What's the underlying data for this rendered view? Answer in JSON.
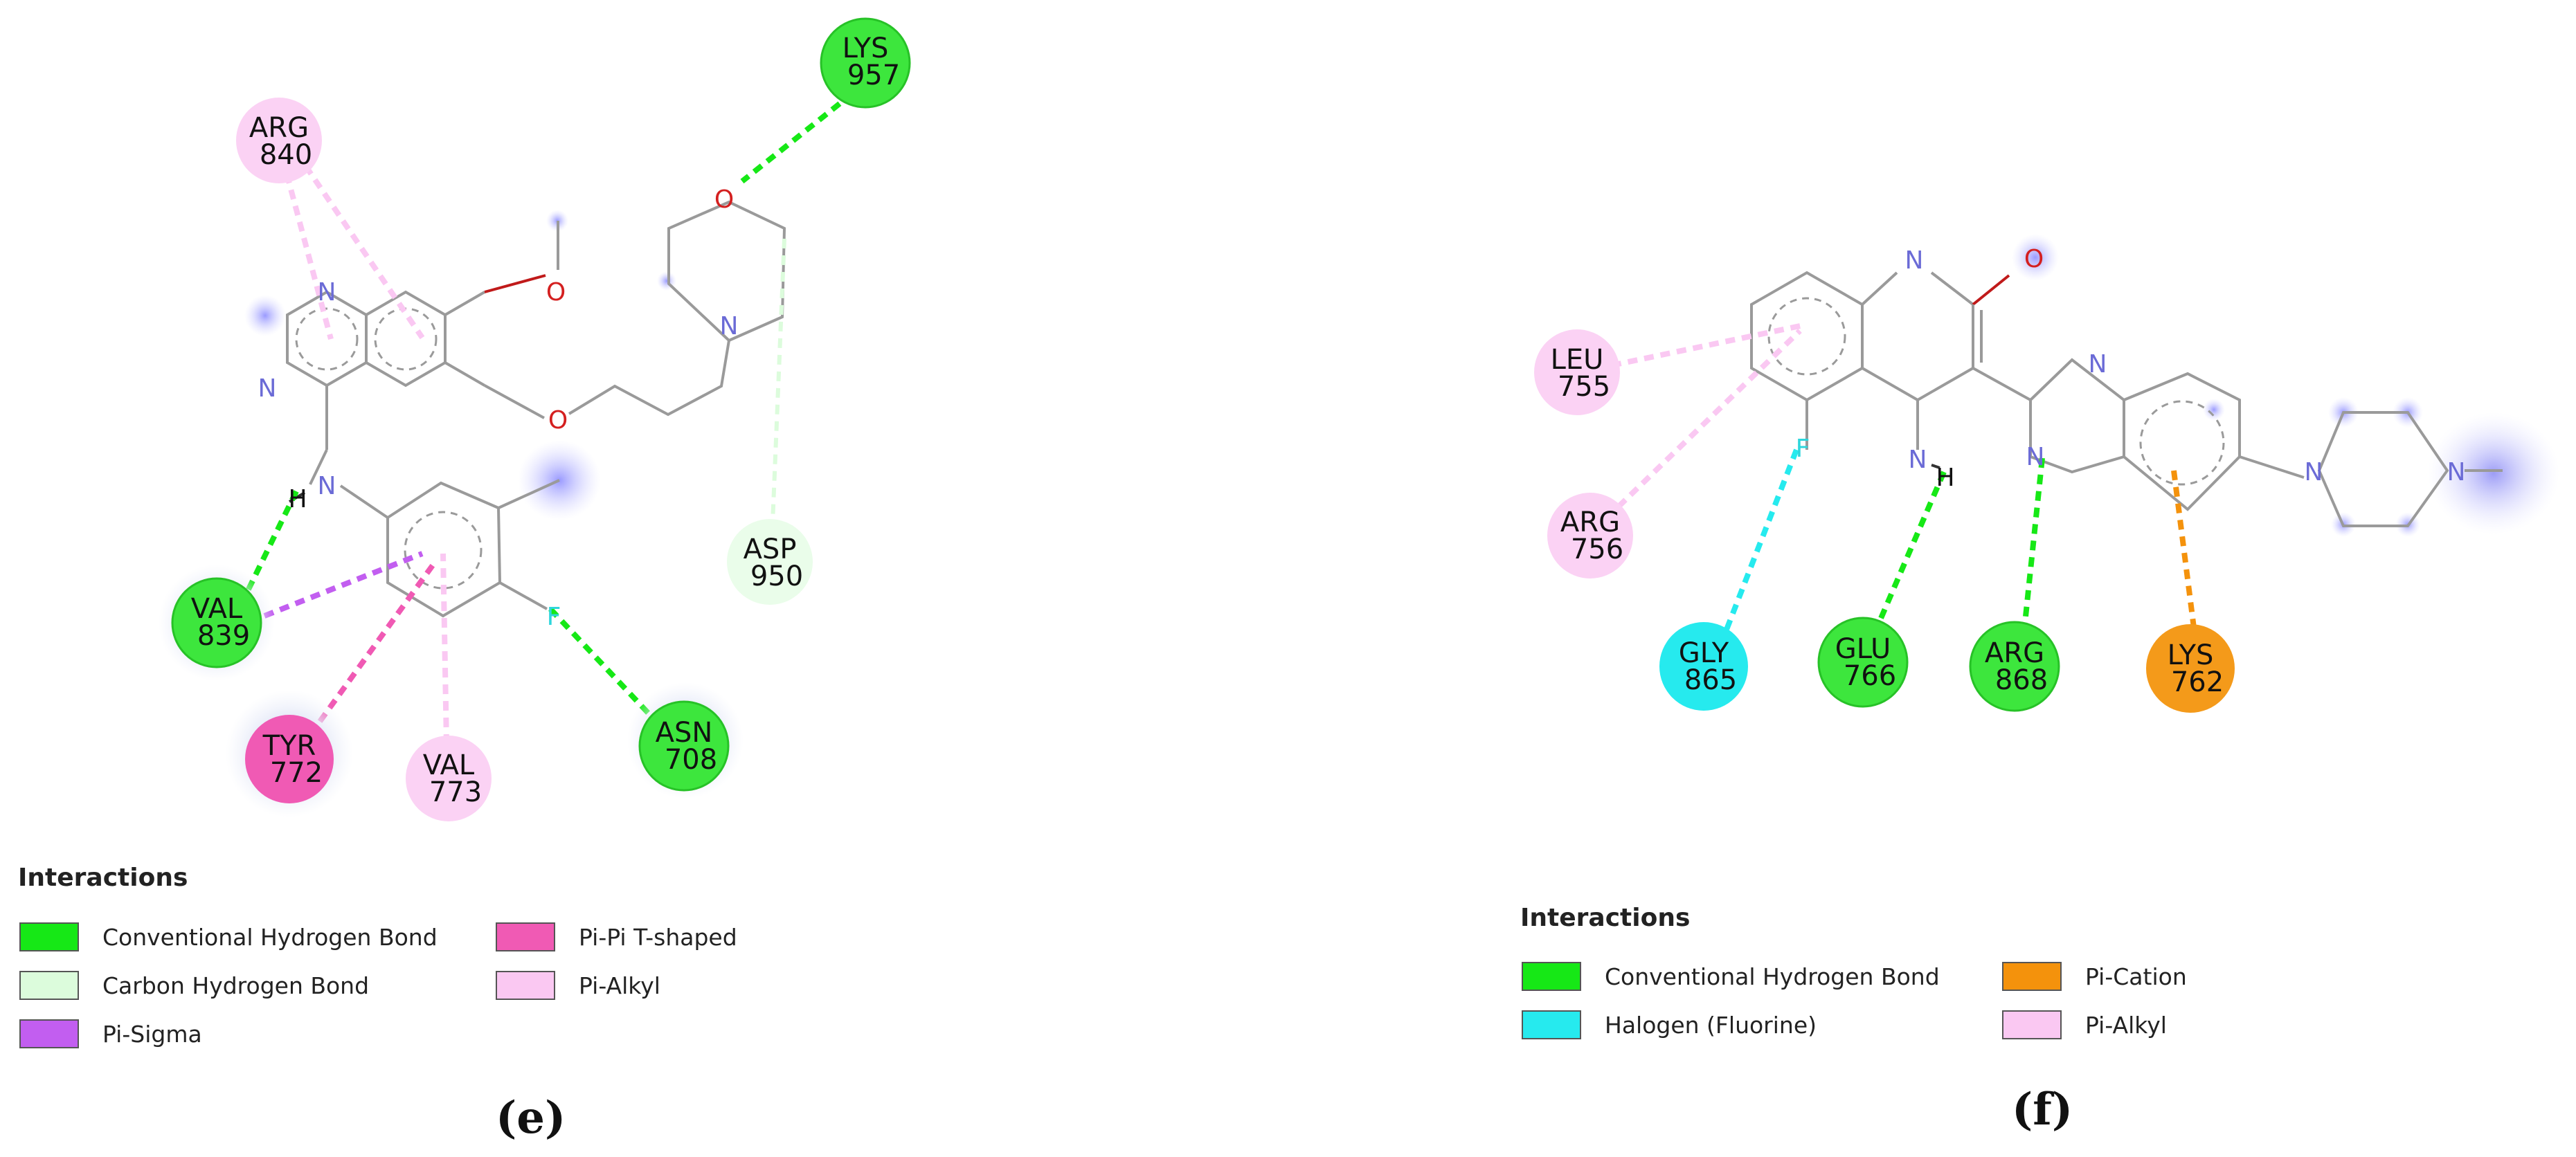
{
  "panels": [
    {
      "label": "(e)",
      "legend": {
        "title": "Interactions",
        "items": [
          {
            "label": "Conventional Hydrogen Bond",
            "color": "#16e816"
          },
          {
            "label": "Carbon Hydrogen Bond",
            "color": "#dcfcdc"
          },
          {
            "label": "Pi-Sigma",
            "color": "#c25ef0"
          },
          {
            "label": "Pi-Pi T-shaped",
            "color": "#f05ab4"
          },
          {
            "label": "Pi-Alkyl",
            "color": "#fac8f2"
          }
        ]
      },
      "residues": [
        {
          "name": "LYS",
          "number": "957",
          "type": "Conventional Hydrogen Bond"
        },
        {
          "name": "ARG",
          "number": "840",
          "type": "Pi-Alkyl"
        },
        {
          "name": "ASP",
          "number": "950",
          "type": "Carbon Hydrogen Bond"
        },
        {
          "name": "VAL",
          "number": "839",
          "type": "Conventional Hydrogen Bond"
        },
        {
          "name": "TYR",
          "number": "772",
          "type": "Pi-Pi T-shaped"
        },
        {
          "name": "VAL",
          "number": "773",
          "type": "Pi-Alkyl"
        },
        {
          "name": "ASN",
          "number": "708",
          "type": "Conventional Hydrogen Bond"
        }
      ],
      "atoms": [
        "N",
        "N",
        "O",
        "O",
        "O",
        "N",
        "H",
        "N",
        "F"
      ]
    },
    {
      "label": "(f)",
      "legend": {
        "title": "Interactions",
        "items": [
          {
            "label": "Conventional Hydrogen Bond",
            "color": "#16e816"
          },
          {
            "label": "Halogen (Fluorine)",
            "color": "#26eaee"
          },
          {
            "label": "Pi-Cation",
            "color": "#f4920c"
          },
          {
            "label": "Pi-Alkyl",
            "color": "#fac8f2"
          }
        ]
      },
      "residues": [
        {
          "name": "LEU",
          "number": "755",
          "type": "Pi-Alkyl"
        },
        {
          "name": "ARG",
          "number": "756",
          "type": "Pi-Alkyl"
        },
        {
          "name": "GLY",
          "number": "865",
          "type": "Halogen (Fluorine)"
        },
        {
          "name": "GLU",
          "number": "766",
          "type": "Conventional Hydrogen Bond"
        },
        {
          "name": "ARG",
          "number": "868",
          "type": "Conventional Hydrogen Bond"
        },
        {
          "name": "LYS",
          "number": "762",
          "type": "Pi-Cation"
        }
      ],
      "atoms": [
        "N",
        "O",
        "F",
        "N",
        "H",
        "N",
        "N",
        "N",
        "N"
      ]
    }
  ]
}
